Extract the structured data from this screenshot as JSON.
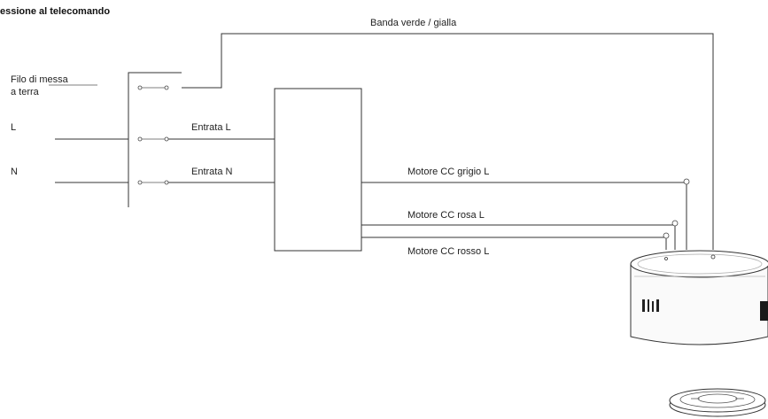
{
  "title": "essione al telecomando",
  "labels": {
    "band": "Banda verde / gialla",
    "earth_line1": "Filo di messa",
    "earth_line2": "a terra",
    "live": "L",
    "neutral": "N",
    "input_l": "Entrata L",
    "input_n": "Entrata N",
    "motor_grey": "Motore CC grigio L",
    "motor_pink": "Motore CC rosa L",
    "motor_red": "Motore CC rosso L"
  },
  "icons": {
    "motor": "motor-unit-icon",
    "base": "ceiling-base-icon"
  },
  "colors": {
    "line": "#333333",
    "text": "#222222",
    "background": "#ffffff"
  }
}
